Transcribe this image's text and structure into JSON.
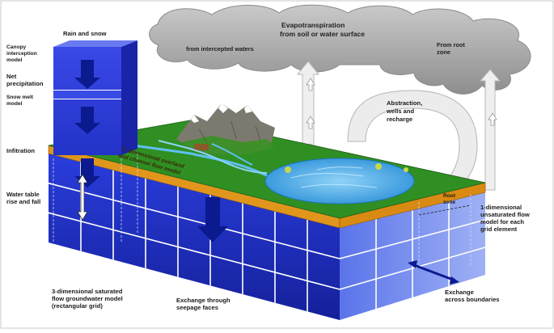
{
  "labels": {
    "rain_snow": "Rain and snow",
    "canopy": [
      "Canopy",
      "interception",
      "model"
    ],
    "net_precip": [
      "Net",
      "precipitation"
    ],
    "snow_melt": [
      "Snow melt",
      "model"
    ],
    "infiltration": "Infitration",
    "water_table": [
      "Water table",
      "rise and fall"
    ],
    "saturated": [
      "3-dimensional saturated",
      "flow groundwater model",
      "(rectangular grid)"
    ],
    "seepage": [
      "Exchange through",
      "seepage faces"
    ],
    "boundaries": [
      "Exchange",
      "across boundaries"
    ],
    "unsaturated": [
      "1-dimensional",
      "unsaturated flow",
      "model for each",
      "grid element"
    ],
    "root_zone": [
      "Root",
      "zone"
    ],
    "overland": [
      "2- dimensional overland",
      "and channel flow model"
    ],
    "evapotranspiration": [
      "Evapotranspiration",
      "from soil or water surface"
    ],
    "intercepted": "from intercepted waters",
    "from_root": [
      "From root",
      "zone"
    ],
    "abstraction": [
      "Abstraction,",
      "wells and",
      "recharge"
    ]
  },
  "colors": {
    "grid_blue": "#1f2fd6",
    "grid_light": "#6f86f0",
    "land_green": "#2f8f23",
    "soil_orange": "#e0961c",
    "cloud_gray": "#a9a9a9",
    "arrow_navy": "#0b1a8f",
    "lake_blue": "#3aa6e8"
  }
}
